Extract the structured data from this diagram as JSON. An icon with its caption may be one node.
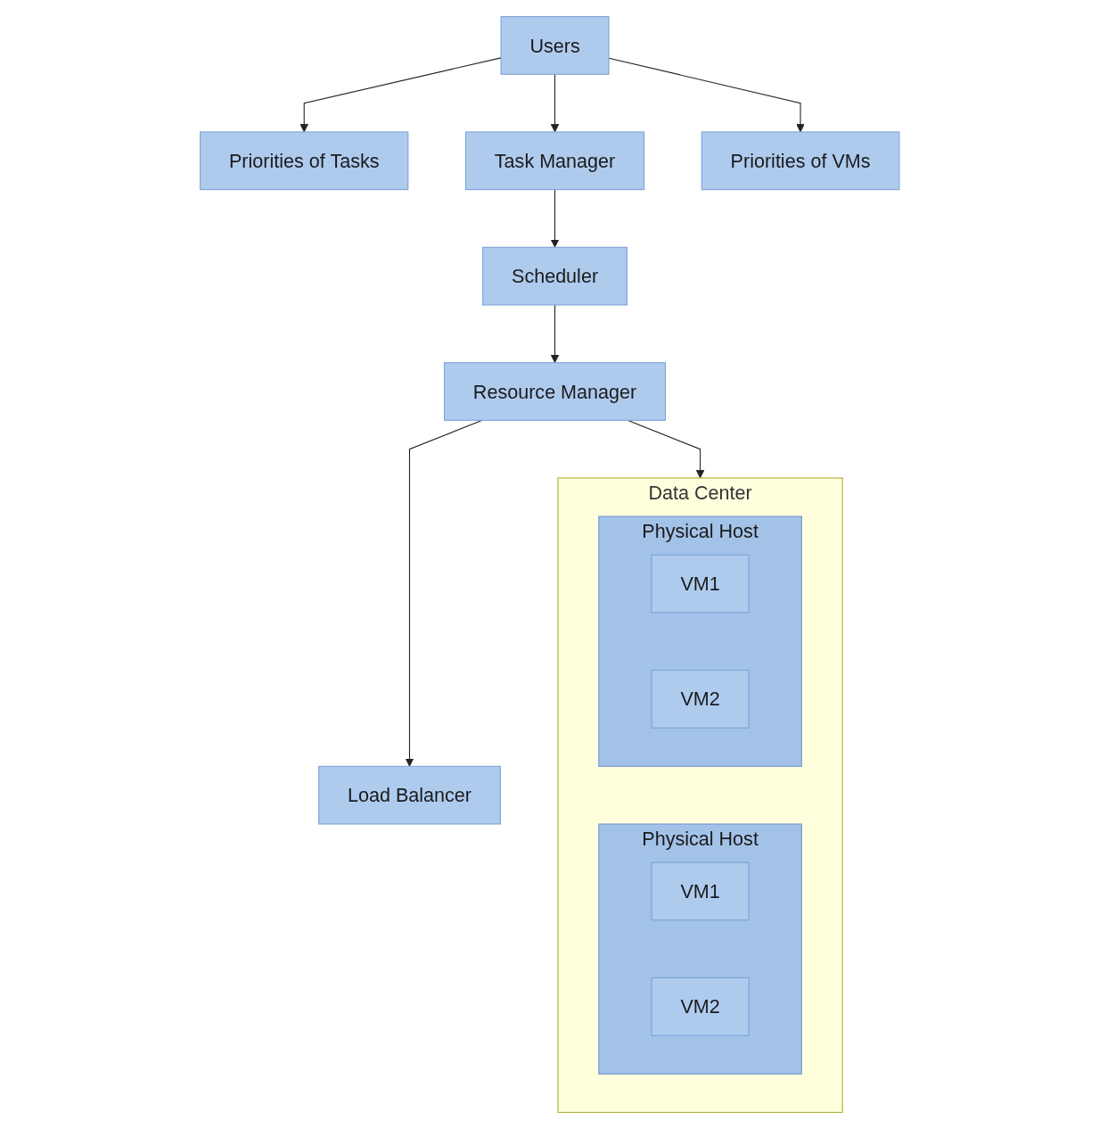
{
  "diagram": {
    "nodes": [
      {
        "text": [
          "Users"
        ]
      },
      {
        "text": [
          "Priorities of Tasks"
        ]
      },
      {
        "text": [
          "Task Manager"
        ]
      },
      {
        "text": [
          "Priorities of VMs"
        ]
      },
      {
        "text": [
          "Scheduler"
        ]
      },
      {
        "text": [
          "Resource Manager"
        ]
      },
      {
        "text": [
          "Load Balancer"
        ]
      },
      {
        "text": [
          "Data Center"
        ]
      },
      {
        "text": [
          "Physical Host"
        ],
        "in": 7
      },
      {
        "text": [
          "VM1"
        ],
        "in": 8
      },
      {
        "text": [
          "VM2"
        ],
        "in": 8
      },
      {
        "text": [
          "Physical Host"
        ],
        "in": 7
      },
      {
        "text": [
          "VM1"
        ],
        "in": 11
      },
      {
        "text": [
          "VM2"
        ],
        "in": 11
      }
    ],
    "edges": [
      {
        "from": 0,
        "to": 1,
        "arrow": "to"
      },
      {
        "from": 0,
        "to": 2,
        "arrow": "to"
      },
      {
        "from": 0,
        "to": 3,
        "arrow": "to"
      },
      {
        "from": 2,
        "to": 4,
        "arrow": "to"
      },
      {
        "from": 4,
        "to": 5,
        "arrow": "to"
      },
      {
        "from": 5,
        "to": 6,
        "arrow": "to"
      },
      {
        "from": 5,
        "to": 7,
        "arrow": "to"
      }
    ]
  }
}
